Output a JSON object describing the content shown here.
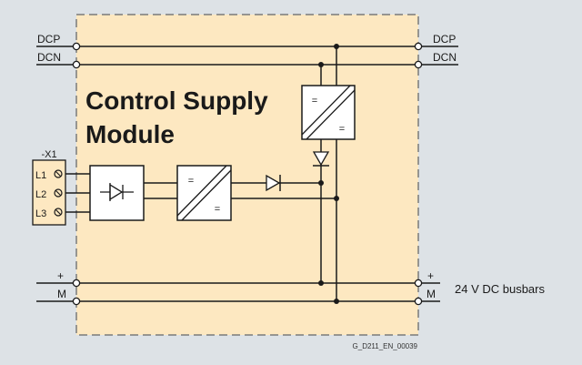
{
  "diagram": {
    "title_line1": "Control Supply",
    "title_line2": "Module",
    "left_bus": {
      "top": "DCP",
      "bottom": "DCN"
    },
    "right_bus": {
      "top": "DCP",
      "bottom": "DCN"
    },
    "terminal": {
      "name": "-X1",
      "pins": [
        "L1",
        "L2",
        "L3"
      ]
    },
    "converter_symbols": {
      "in": "=",
      "out": "="
    },
    "output_bus": {
      "left_plus": "+",
      "left_minus": "M",
      "right_plus": "+",
      "right_minus": "M",
      "caption": "24 V DC busbars"
    },
    "figure_id": "G_D211_EN_00039"
  },
  "colors": {
    "background": "#dde2e6",
    "module_fill": "#fde8c1",
    "line": "#1a1a1a",
    "dash": "#7a7a7a"
  }
}
